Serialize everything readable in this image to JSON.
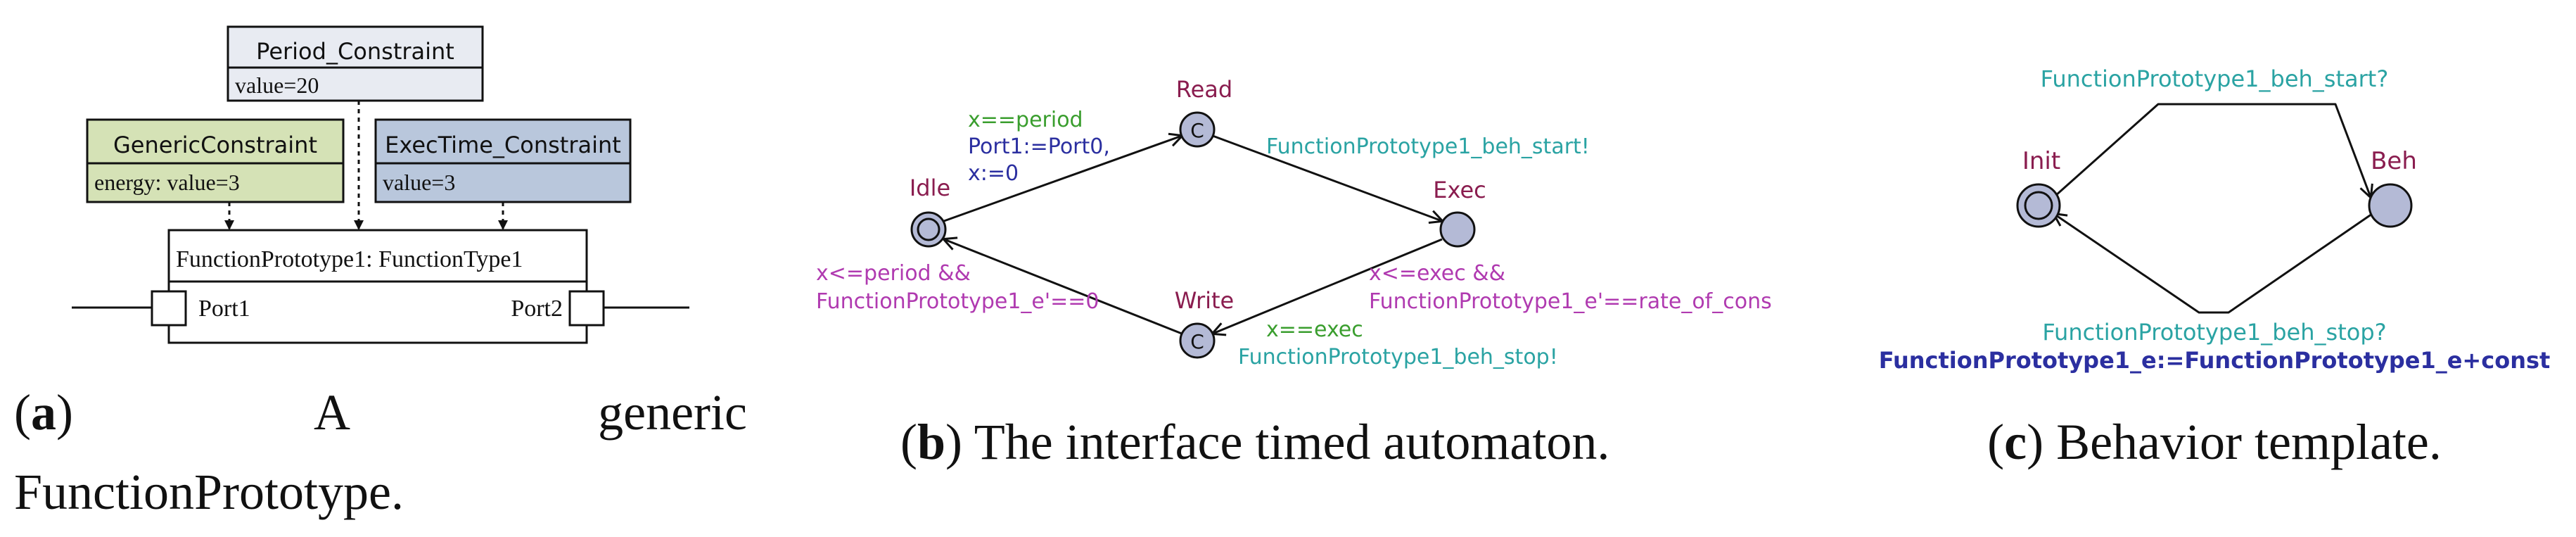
{
  "panel_a": {
    "period_constraint": {
      "title": "Period_Constraint",
      "value": "value=20"
    },
    "generic_constraint": {
      "title": "GenericConstraint",
      "value": "energy: value=3"
    },
    "exectime_constraint": {
      "title": "ExecTime_Constraint",
      "value": "value=3"
    },
    "function_prototype": {
      "label": "FunctionPrototype1: FunctionType1",
      "port1": "Port1",
      "port2": "Port2"
    },
    "caption": {
      "letter": "a",
      "line1_word1": "A",
      "line1_word2": "generic",
      "line2": "FunctionPrototype."
    }
  },
  "panel_b": {
    "states": {
      "idle": "Idle",
      "read": "Read",
      "exec": "Exec",
      "write": "Write",
      "committed": "C"
    },
    "idle_to_read": {
      "guard": "x==period",
      "update1": "Port1:=Port0,",
      "update2": "x:=0"
    },
    "read_to_exec": {
      "sync": "FunctionPrototype1_beh_start!"
    },
    "exec_inv": {
      "line1": "x<=exec &&",
      "line2": "FunctionPrototype1_e'==rate_of_cons"
    },
    "exec_to_write": {
      "guard": "x==exec",
      "sync": "FunctionPrototype1_beh_stop!"
    },
    "idle_inv": {
      "line1": "x<=period &&",
      "line2": "FunctionPrototype1_e'==0"
    },
    "caption": {
      "letter": "b",
      "text": " The interface timed automaton."
    }
  },
  "panel_c": {
    "states": {
      "init": "Init",
      "beh": "Beh"
    },
    "top_edge": {
      "sync": "FunctionPrototype1_beh_start?"
    },
    "bottom_edge": {
      "sync": "FunctionPrototype1_beh_stop?",
      "update": "FunctionPrototype1_e:=FunctionPrototype1_e+const"
    },
    "caption": {
      "letter": "c",
      "text": " Behavior template."
    }
  },
  "colors": {
    "state_name": "#8a1d4f",
    "guard": "#3a9e2e",
    "update": "#2b2fa0",
    "sync": "#2aa3a3",
    "invariant": "#b03ab0",
    "state_fill": "#b4bad6",
    "box_grey": "#e8ebf2",
    "box_green": "#d5e2b6",
    "box_blue": "#b9c7dc"
  }
}
